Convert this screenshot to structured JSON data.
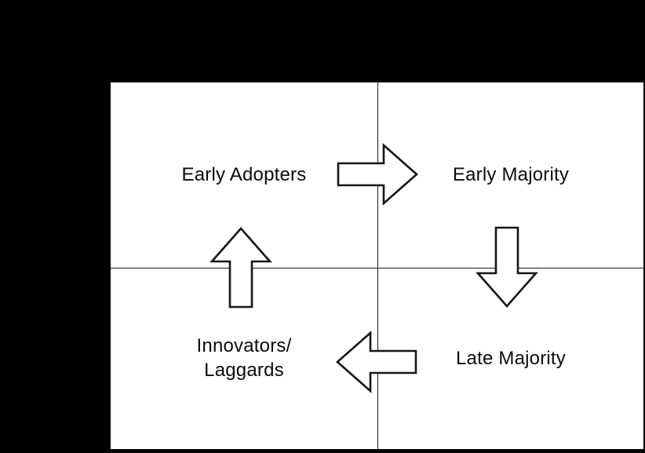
{
  "colors": {
    "background": "#000000",
    "panel": "#ffffff",
    "grid_line": "#1c1c1c",
    "text": "#0b0b0b",
    "arrow_fill": "#ffffff",
    "arrow_stroke": "#161616"
  },
  "diagram": {
    "quadrants": [
      {
        "position": "top-left",
        "label": "Early Adopters"
      },
      {
        "position": "top-right",
        "label": "Early Majority"
      },
      {
        "position": "bottom-left",
        "label_lines": [
          "Innovators/",
          "Laggards"
        ]
      },
      {
        "position": "bottom-right",
        "label": "Late Majority"
      }
    ],
    "flow_arrows": [
      {
        "direction": "right",
        "from": "Early Adopters",
        "to": "Early Majority"
      },
      {
        "direction": "down",
        "from": "Early Majority",
        "to": "Late Majority"
      },
      {
        "direction": "left",
        "from": "Late Majority",
        "to": "Innovators/Laggards"
      },
      {
        "direction": "up",
        "from": "Innovators/Laggards",
        "to": "Early Adopters"
      }
    ]
  }
}
